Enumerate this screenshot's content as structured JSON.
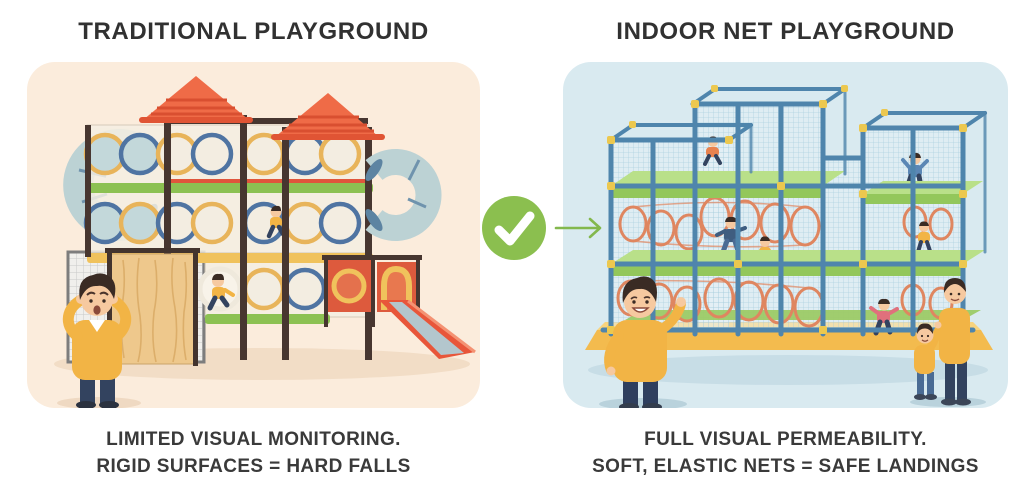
{
  "header": {
    "left_title": "TRADITIONAL PLAYGROUND",
    "right_title": "INDOOR NET PLAYGROUND"
  },
  "center": {
    "check_icon": "check-circle-icon",
    "arrow_icon": "arrow-right-icon"
  },
  "captions": {
    "left_line1": "LIMITED VISUAL MONITORING.",
    "left_line2": "RIGID SURFACES = HARD FALLS",
    "right_line1": "FULL VISUAL PERMEABILITY.",
    "right_line2": "SOFT, ELASTIC NETS = SAFE LANDINGS"
  },
  "colors": {
    "page_bg": "#ffffff",
    "left_panel_bg": "#fbecdc",
    "right_panel_bg": "#d9eaf0",
    "title_text": "#313131",
    "caption_text": "#3a3a3a",
    "check_green": "#8bbf4f",
    "arrow_green": "#83b84d"
  }
}
